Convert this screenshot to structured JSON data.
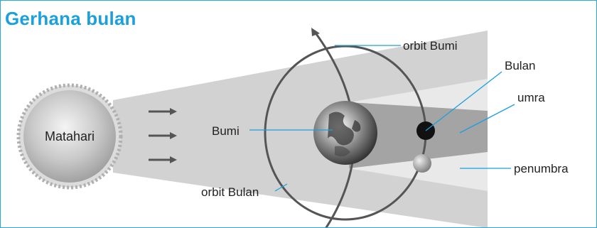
{
  "diagram": {
    "title": "Gerhana bulan",
    "labels": {
      "sun": "Matahari",
      "earth": "Bumi",
      "moon": "Bulan",
      "earth_orbit": "orbit Bumi",
      "moon_orbit": "orbit Bulan",
      "umbra": "umra",
      "penumbra": "penumbra"
    },
    "colors": {
      "title": "#1ca0dc",
      "leader_line": "#1ca0dc",
      "border": "#2aa7d8",
      "sunlight": "#d2d2d2",
      "penumbra": "#e9e9e9",
      "umbra": "#a4a4a4",
      "orbit": "#555555"
    },
    "icons": [
      "sun-icon",
      "earth-icon",
      "moon-icon",
      "arrow-icon"
    ]
  }
}
